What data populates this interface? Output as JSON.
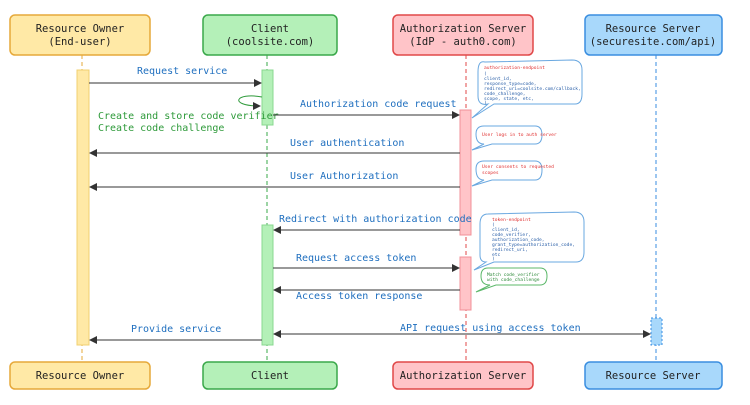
{
  "participants": [
    {
      "name": "Resource Owner",
      "subtitle": "(End-user)",
      "fill": "#ffe9a6",
      "stroke": "#e6a93a"
    },
    {
      "name": "Client",
      "subtitle": "(coolsite.com)",
      "fill": "#b4f0b8",
      "stroke": "#3aa84a"
    },
    {
      "name": "Authorization Server",
      "subtitle": "(IdP - auth0.com)",
      "fill": "#ffc4c8",
      "stroke": "#e04848"
    },
    {
      "name": "Resource Server",
      "subtitle": "(securesite.com/api)",
      "fill": "#a8d8fb",
      "stroke": "#3a8ee0"
    }
  ],
  "messages": [
    {
      "label": "Request service"
    },
    {
      "label": "Create and store code verifier",
      "label2": "Create code challenge"
    },
    {
      "label": "Authorization code request"
    },
    {
      "label": "User authentication"
    },
    {
      "label": "User Authorization"
    },
    {
      "label": "Redirect with authorization code"
    },
    {
      "label": "Request access token"
    },
    {
      "label": "Access token response"
    },
    {
      "label": "Provide service"
    },
    {
      "label": "API request using access token"
    }
  ],
  "notes": {
    "authorize": {
      "title": "authorization-endpoint",
      "lines": [
        "(",
        "client_id,",
        "response_type=code,",
        "redirect_uri=coolsite.com/callback,",
        "code_challenge,",
        "scope, state, etc,",
        ")"
      ]
    },
    "login": {
      "text": "User logs in to auth server"
    },
    "consent": {
      "lines": [
        "User consents to requested",
        "scopes"
      ]
    },
    "token": {
      "title": "token-endpoint",
      "lines": [
        "(",
        "client_id,",
        "code_verifier,",
        "authorization_code,",
        "grant_type=authorization_code,",
        "redirect_uri,",
        "etc",
        ")"
      ]
    },
    "match": {
      "lines": [
        "Match code_verifier",
        "with code_challenge"
      ]
    }
  }
}
